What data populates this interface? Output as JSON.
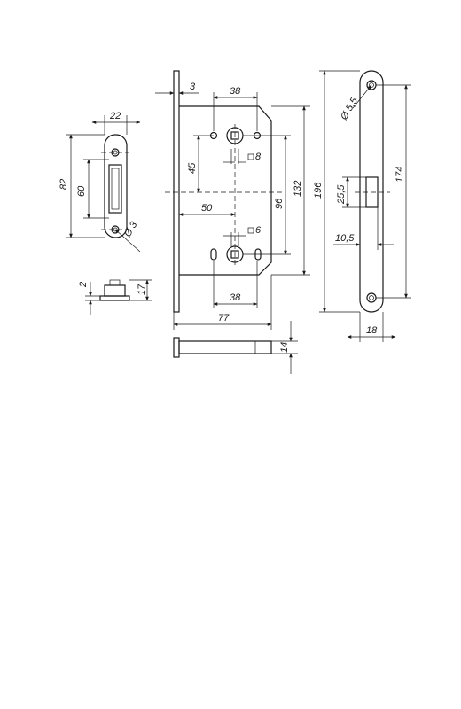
{
  "strike": {
    "width": "22",
    "height_outer": "82",
    "height_inner": "60",
    "hole": "Ø 3",
    "thickness": "2",
    "depth": "17"
  },
  "lock_body": {
    "top_offset": "3",
    "top_spacing": "38",
    "square_top": "8",
    "backset_upper": "45",
    "backset": "50",
    "square_bottom": "6",
    "centers": "96",
    "body_height": "132",
    "bottom_spacing": "38",
    "body_depth": "77",
    "thickness": "14"
  },
  "faceplate": {
    "hole": "Ø 5,5",
    "height": "196",
    "hole_centers": "174",
    "latch_height": "25,5",
    "latch_offset": "10,5",
    "width": "18"
  }
}
